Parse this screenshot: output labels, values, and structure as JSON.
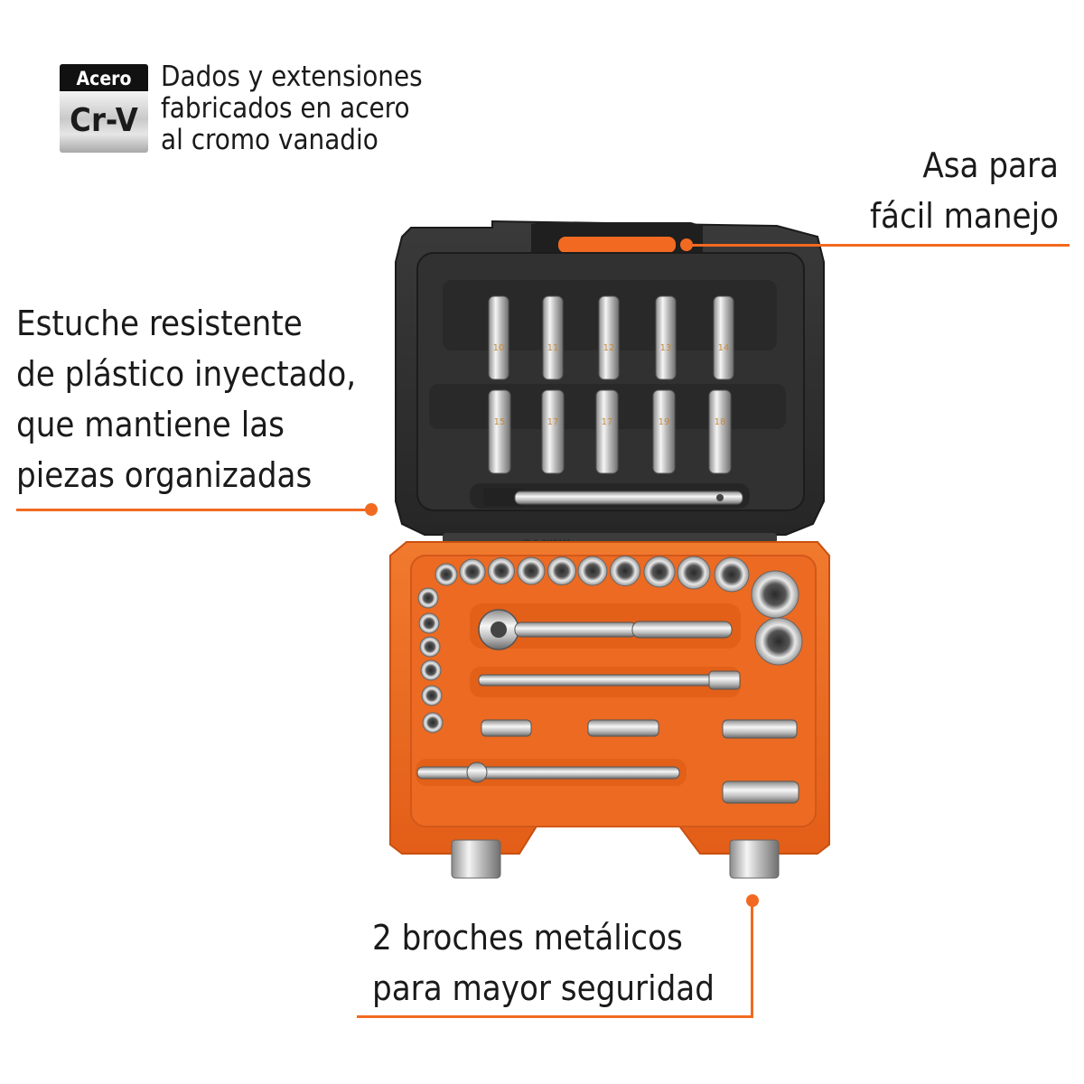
{
  "badge": {
    "top_label": "Acero",
    "material": "Cr-V"
  },
  "badge_description": [
    "Dados y extensiones",
    "fabricados en acero",
    "al cromo vanadio"
  ],
  "callouts": {
    "handle": [
      "Asa para",
      "fácil manejo"
    ],
    "case": [
      "Estuche resistente",
      "de plástico inyectado,",
      "que mantiene las",
      "piezas organizadas"
    ],
    "clips": [
      "2 broches metálicos",
      "para mayor seguridad"
    ]
  },
  "product": {
    "model_label": "JD-1-2X36M",
    "long_socket_sizes_top": [
      "10",
      "11",
      "12",
      "13",
      "14"
    ],
    "long_socket_sizes_bottom": [
      "15",
      "17",
      "17",
      "19",
      "18"
    ]
  },
  "colors": {
    "accent": "#f26a21",
    "case_lid": "#2b2b2b",
    "case_base": "#e8621e",
    "chrome": "#d9d9d9"
  }
}
